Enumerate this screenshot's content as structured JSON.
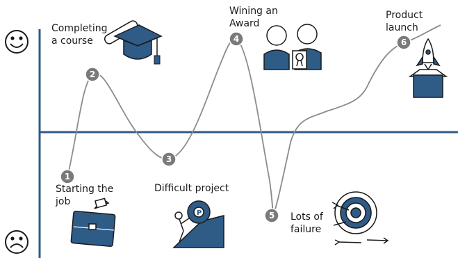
{
  "colors": {
    "axis": "#2f5b87",
    "curve": "#8c8c8c",
    "milestone": "#7a7a7a",
    "illustration": "#2f5b87",
    "ink": "#1a1a1a"
  },
  "mood_icons": {
    "top": "happy-face-icon",
    "bottom": "sad-face-icon"
  },
  "milestones": [
    {
      "number": "1",
      "label_lines": [
        "Starting the",
        "job"
      ],
      "icon": "briefcase-icon"
    },
    {
      "number": "2",
      "label_lines": [
        "Completing",
        "a course"
      ],
      "icon": "graduation-cap-icon"
    },
    {
      "number": "3",
      "label_lines": [
        "Difficult project"
      ],
      "icon": "uphill-gear-icon"
    },
    {
      "number": "4",
      "label_lines": [
        "Wining an",
        "Award"
      ],
      "icon": "award-handshake-icon"
    },
    {
      "number": "5",
      "label_lines": [
        "Lots of",
        "failure"
      ],
      "icon": "missed-target-icon"
    },
    {
      "number": "6",
      "label_lines": [
        "Product",
        "launch"
      ],
      "icon": "rocket-box-icon"
    }
  ]
}
